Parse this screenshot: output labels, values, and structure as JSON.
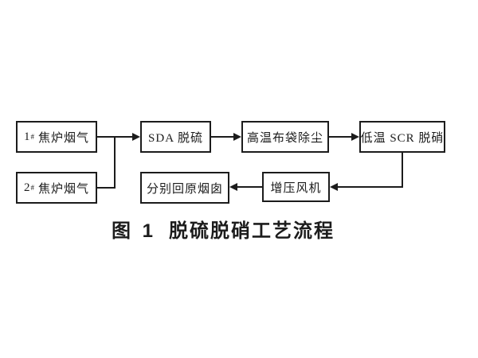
{
  "figure": {
    "number_label": "图 1",
    "title": "脱硫脱硝工艺流程"
  },
  "nodes": {
    "coke1": {
      "num": "1",
      "sup": "#",
      "label": "焦炉烟气"
    },
    "coke2": {
      "num": "2",
      "sup": "#",
      "label": "焦炉烟气"
    },
    "sda": {
      "label": "SDA 脱硫"
    },
    "bag": {
      "label": "高温布袋除尘"
    },
    "scr": {
      "label": "低温 SCR 脱硝"
    },
    "fan": {
      "label": "增压风机"
    },
    "stack": {
      "label": "分别回原烟囱"
    }
  },
  "edges": [
    {
      "from": "1# 焦炉烟气",
      "to": "SDA 脱硫"
    },
    {
      "from": "2# 焦炉烟气",
      "to": "SDA 脱硫"
    },
    {
      "from": "SDA 脱硫",
      "to": "高温布袋除尘"
    },
    {
      "from": "高温布袋除尘",
      "to": "低温 SCR 脱硝"
    },
    {
      "from": "低温 SCR 脱硝",
      "to": "增压风机"
    },
    {
      "from": "增压风机",
      "to": "分别回原烟囱"
    }
  ],
  "colors": {
    "line": "#1c1c1c",
    "box_border": "#1c1c1c",
    "text": "#1c1c1c",
    "background": "#ffffff"
  }
}
